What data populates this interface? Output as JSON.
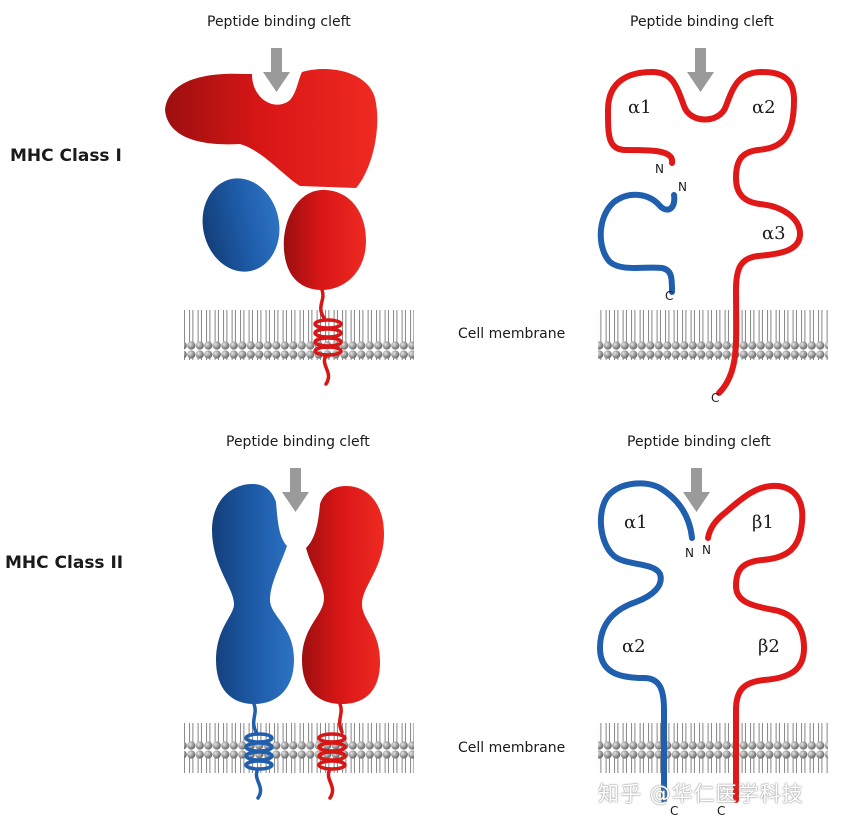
{
  "labels": {
    "mhc_class_1": "MHC Class I",
    "mhc_class_2": "MHC Class II",
    "peptide_cleft": "Peptide binding cleft",
    "cell_membrane": "Cell membrane"
  },
  "domains": {
    "class1": {
      "a1": "α1",
      "a2": "α2",
      "a3": "α3"
    },
    "class2": {
      "a1": "α1",
      "a2": "α2",
      "b1": "β1",
      "b2": "β2"
    }
  },
  "termini": {
    "n": "N",
    "c": "C"
  },
  "watermark": "知乎 @华仁医学科技",
  "colors": {
    "alpha_red": "#e01818",
    "beta_blue": "#1f5fae",
    "arrow_gray": "#9a9a9a",
    "lipid_head": "#8a8a8a"
  }
}
